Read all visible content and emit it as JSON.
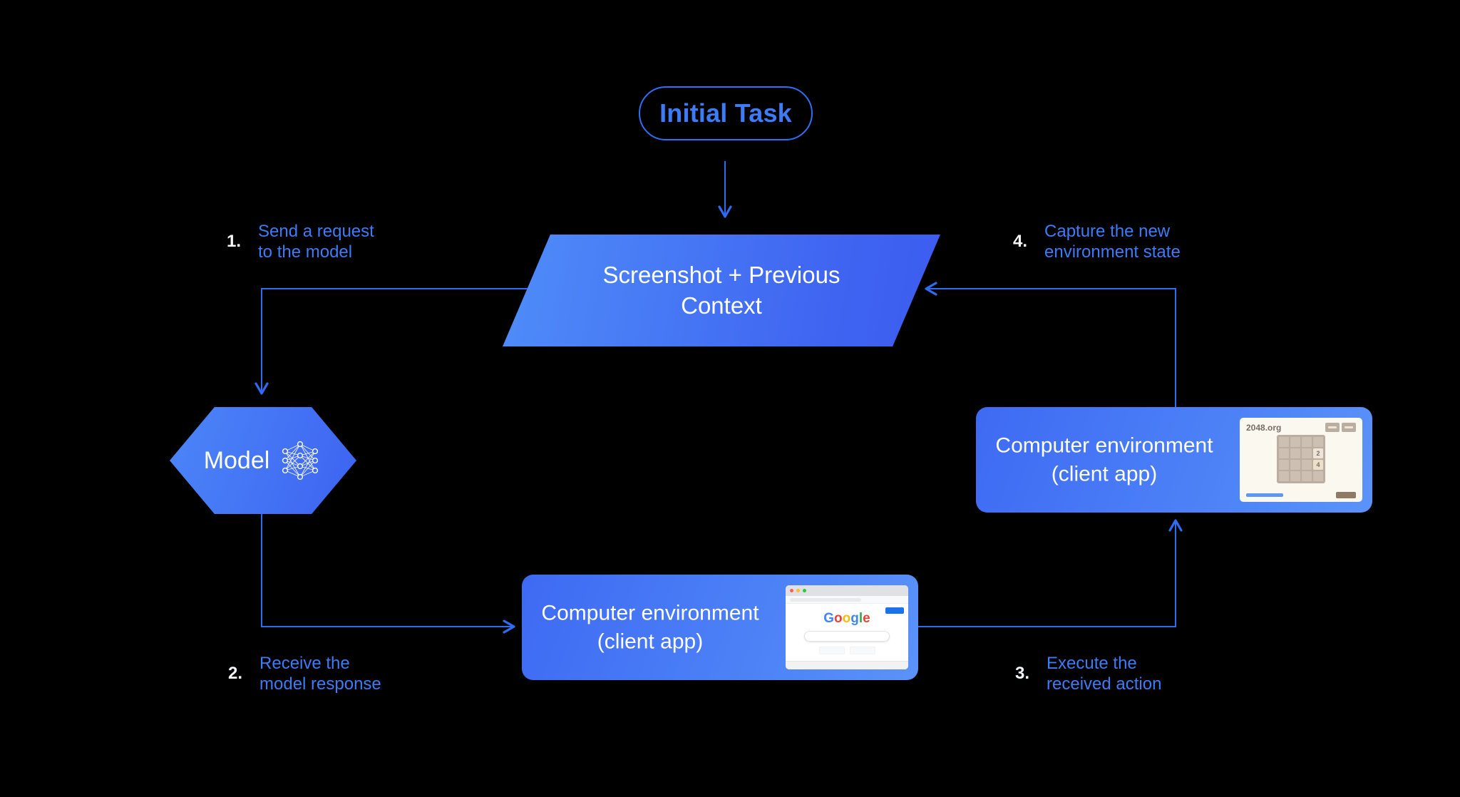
{
  "colors": {
    "background": "#000000",
    "accent_blue": "#3d7bf7",
    "arrow_blue": "#2e6cf3",
    "shape_gradient_light": "#4f8df9",
    "shape_gradient_dark": "#3c5cf0",
    "text_on_shape": "#ffffff"
  },
  "nodes": {
    "initial_task": {
      "label": "Initial Task"
    },
    "screenshot_context": {
      "line1": "Screenshot + Previous",
      "line2": "Context"
    },
    "model": {
      "label": "Model"
    },
    "env_bottom": {
      "line1": "Computer environment",
      "line2": "(client app)"
    },
    "env_right": {
      "line1": "Computer environment",
      "line2": "(client app)"
    }
  },
  "steps": [
    {
      "num": "1.",
      "line1": "Send a request",
      "line2": "to the model"
    },
    {
      "num": "2.",
      "line1": "Receive the",
      "line2": "model response"
    },
    {
      "num": "3.",
      "line1": "Execute the",
      "line2": "received action"
    },
    {
      "num": "4.",
      "line1": "Capture the new",
      "line2": "environment state"
    }
  ],
  "thumbnails": {
    "google": {
      "logo_letters": [
        "G",
        "o",
        "o",
        "g",
        "l",
        "e"
      ]
    },
    "game": {
      "site": "2048.org",
      "tiles": [
        "2",
        "4"
      ]
    }
  }
}
